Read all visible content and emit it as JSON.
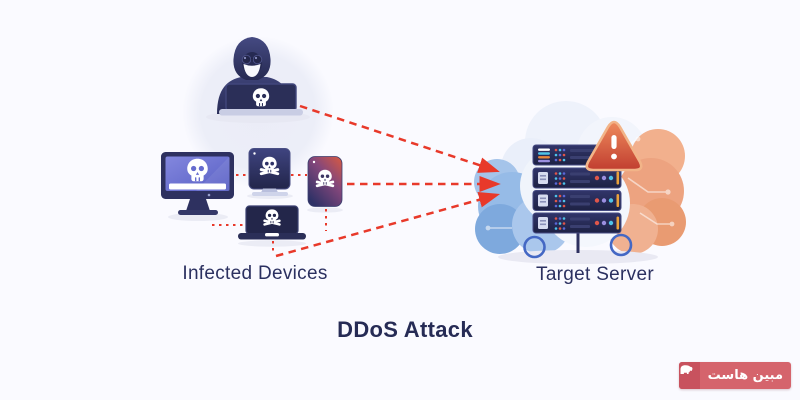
{
  "title": "DDoS Attack",
  "groups": {
    "infected": {
      "label": "Infected Devices",
      "device_icons": [
        "hacker-laptop-icon",
        "monitor-icon",
        "tablet-icon",
        "phone-icon",
        "laptop-icon"
      ],
      "malware_icon": "skull-icon"
    },
    "target": {
      "label": "Target Server",
      "element_icons": [
        "cloud-icon",
        "server-rack-icon",
        "warning-icon"
      ]
    }
  },
  "arrows": {
    "count": 3,
    "style": "red dashed",
    "direction": "infected devices to target server"
  },
  "watermark": {
    "text": "مبین هاست",
    "icon": "elephant-icon"
  },
  "colors": {
    "background": "#fafaff",
    "attack_red": "#e8392a",
    "navy_text": "#2b3060",
    "device_navy": "#262a52",
    "screen_blue": "#666cce",
    "warning_red": "#cc4433",
    "cloud_blue": "#96bbe7",
    "cloud_orange": "#eda380",
    "watermark_red": "#d5646c"
  }
}
